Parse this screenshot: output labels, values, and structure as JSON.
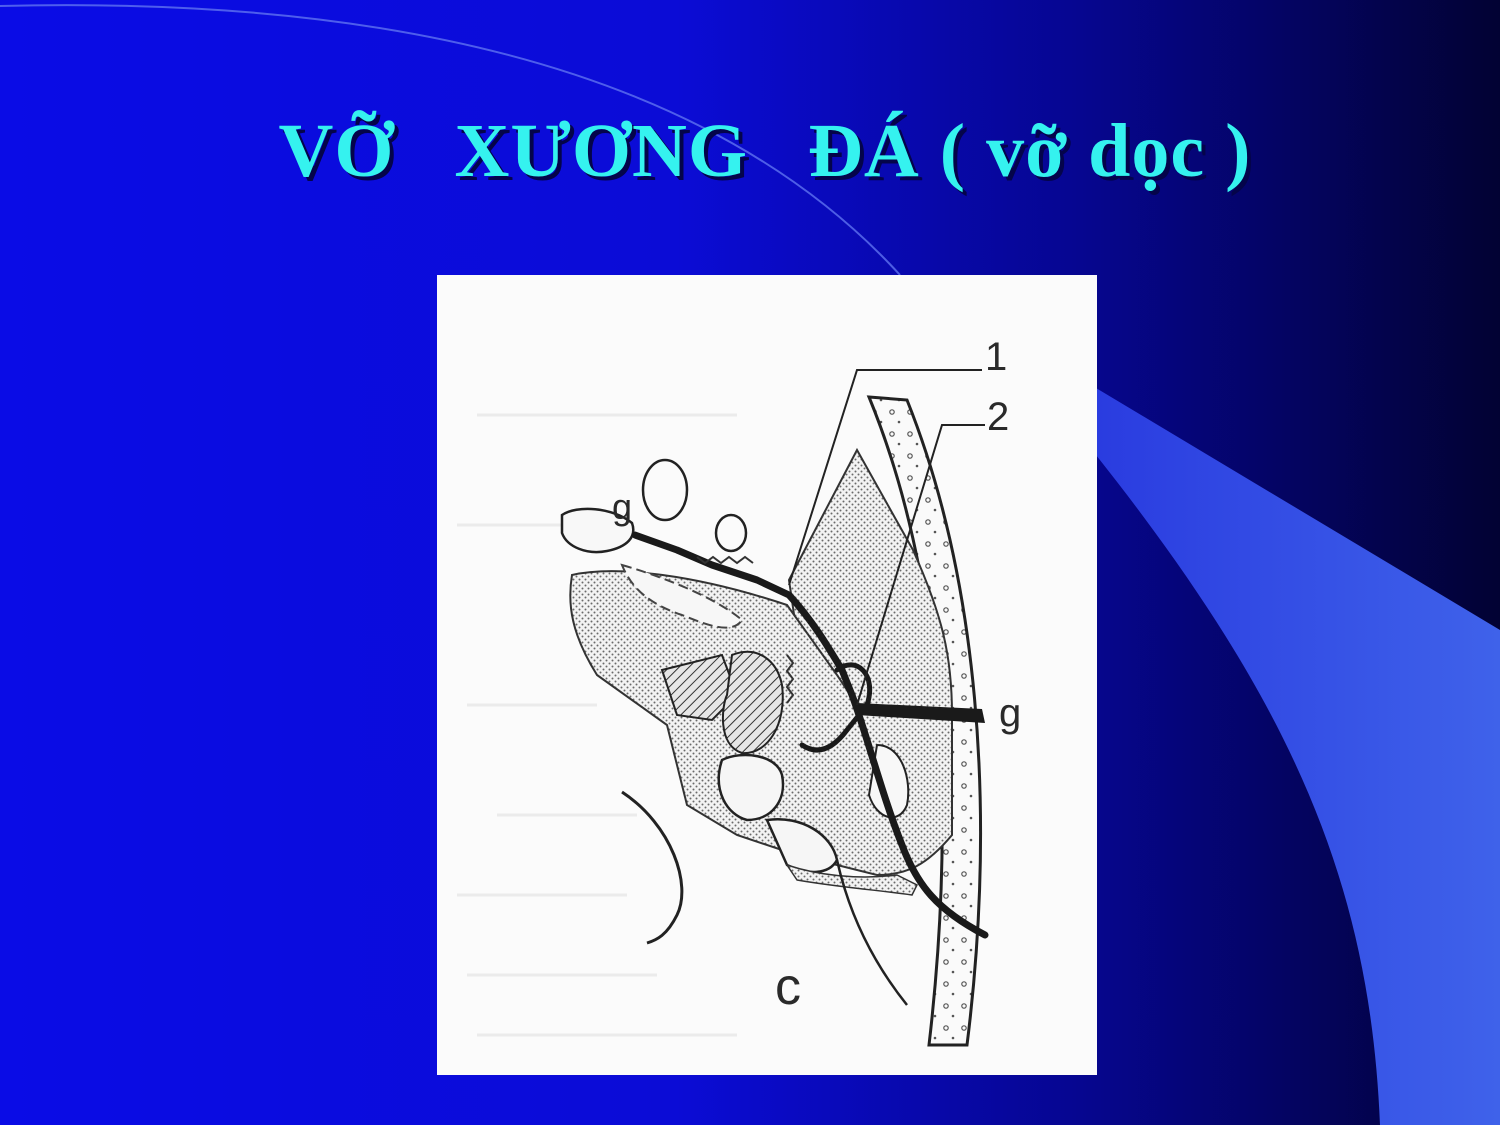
{
  "slide": {
    "title": "VỠ   XƯƠNG   ĐÁ ( vỡ dọc )",
    "colors": {
      "background_left": "#0a0ce6",
      "background_right": "#020233",
      "title": "#35f2ef",
      "accent_swoosh": "#3a5be8"
    }
  },
  "figure": {
    "labels": {
      "pointer_1": "1",
      "pointer_2": "2",
      "label_g_top": "g",
      "label_g_right": "g",
      "label_c": "c"
    }
  }
}
